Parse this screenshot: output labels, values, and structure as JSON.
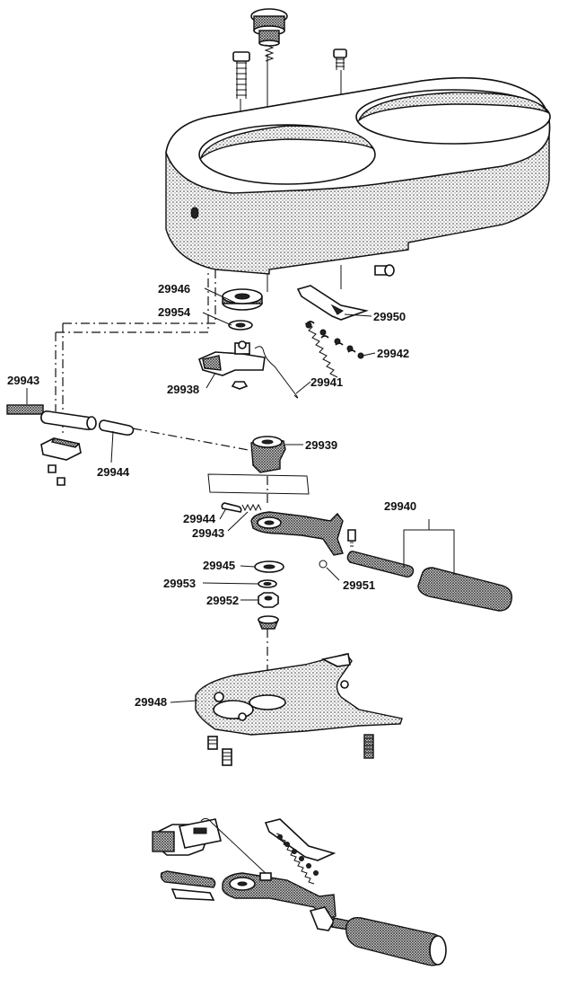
{
  "labels": {
    "l29946": "29946",
    "l29954": "29954",
    "l29938": "29938",
    "l29950": "29950",
    "l29942": "29942",
    "l29941": "29941",
    "l29943a": "29943",
    "l29944a": "29944",
    "l29939": "29939",
    "l29940": "29940",
    "l29944b": "29944",
    "l29943b": "29943",
    "l29945": "29945",
    "l29951": "29951",
    "l29953": "29953",
    "l29952": "29952",
    "l29948": "29948"
  }
}
